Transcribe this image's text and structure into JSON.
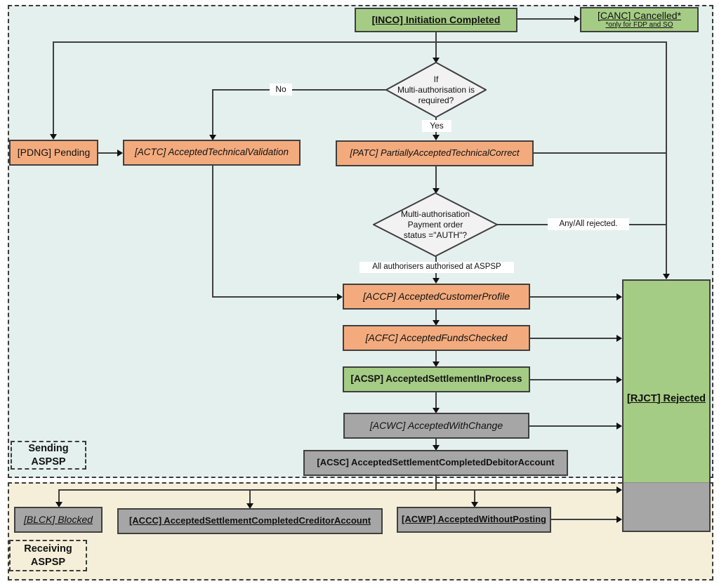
{
  "sections": {
    "sending": {
      "label": "Sending ASPSP"
    },
    "receiving": {
      "label": "Receiving\nASPSP"
    }
  },
  "nodes": {
    "inco": {
      "label": "[INCO] Initiation Completed"
    },
    "canc": {
      "label": "[CANC] Cancelled*",
      "note": "*only for FDP and SO"
    },
    "pdng": {
      "label": "[PDNG] Pending"
    },
    "actc": {
      "label": "[ACTC] AcceptedTechnicalValidation"
    },
    "patc": {
      "label": "[PATC] PartiallyAcceptedTechnicalCorrect"
    },
    "accp": {
      "label": "[ACCP] AcceptedCustomerProfile"
    },
    "acfc": {
      "label": "[ACFC] AcceptedFundsChecked"
    },
    "acsp": {
      "label": "[ACSP] AcceptedSettlementInProcess"
    },
    "acwc": {
      "label": "[ACWC] AcceptedWithChange"
    },
    "acsc": {
      "label": "[ACSC] AcceptedSettlementCompletedDebitorAccount"
    },
    "rjct": {
      "label": "[RJCT] Rejected"
    },
    "blck": {
      "label": "[BLCK] Blocked"
    },
    "accc": {
      "label": "[ACCC] AcceptedSettlementCompletedCreditorAccount"
    },
    "acwp": {
      "label": "[ACWP] AcceptedWithoutPosting"
    }
  },
  "decisions": {
    "multi_auth_required": {
      "label": "If\nMulti-authorisation is\nrequired?"
    },
    "auth_status": {
      "label": "Multi-authorisation\nPayment order\nstatus =\"AUTH\"?"
    }
  },
  "edge_labels": {
    "no": "No",
    "yes": "Yes",
    "any_all_rejected": "Any/All rejected.",
    "all_authorised": "All authorisers authorised at ASPSP"
  },
  "colors": {
    "accepted_orange": "#F3AB7E",
    "status_green": "#A5CC85",
    "completed_gray": "#A6A6A6",
    "sending_section_bg": "#E4F0EE",
    "receiving_section_bg": "#F5EFD9",
    "line": "#3F3F3F",
    "decision_fill": "#F2F2F2"
  }
}
